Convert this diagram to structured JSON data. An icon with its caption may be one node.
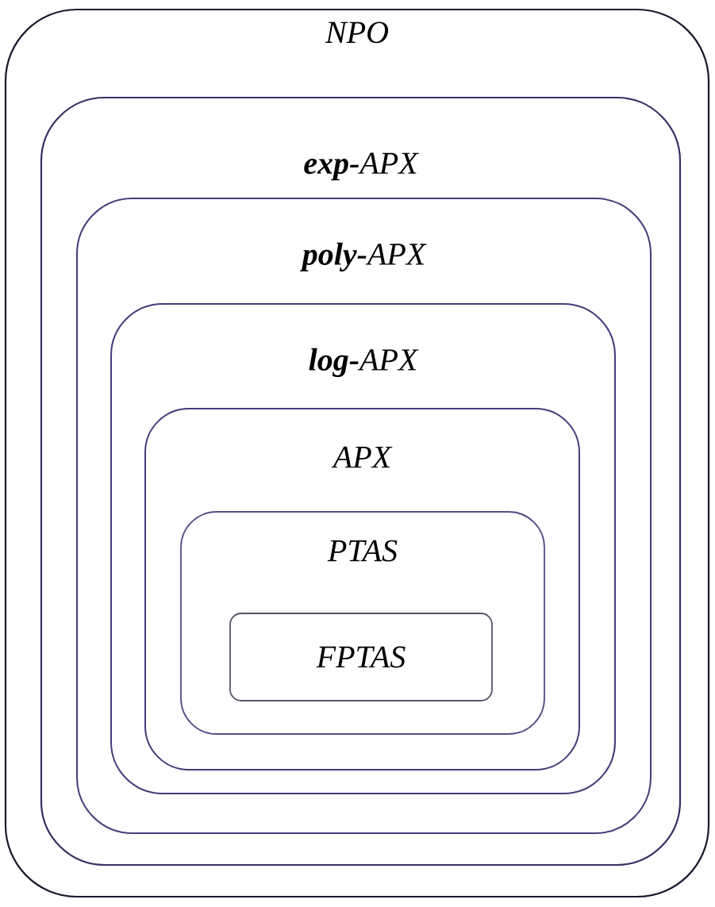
{
  "diagram": {
    "nodes": [
      {
        "text": [
          "NPO"
        ]
      },
      {
        "text": [
          "**exp-**APX"
        ],
        "in": 0
      },
      {
        "text": [
          "**poly-**APX"
        ],
        "in": 1
      },
      {
        "text": [
          "**log-**APX"
        ],
        "in": 2
      },
      {
        "text": [
          "APX"
        ],
        "in": 3
      },
      {
        "text": [
          "PTAS"
        ],
        "in": 4
      },
      {
        "text": [
          "FPTAS"
        ],
        "in": 5
      }
    ]
  }
}
